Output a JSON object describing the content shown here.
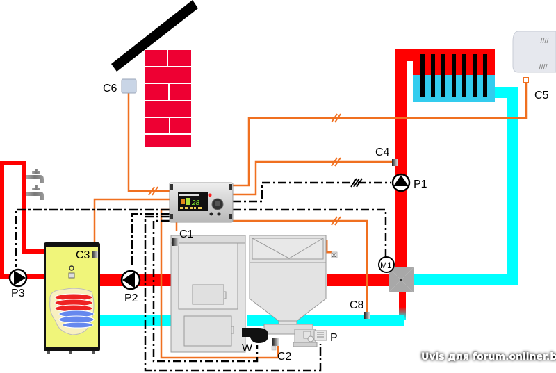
{
  "diagram": {
    "title": "Heating system schematic with pellet boiler, controller, buffer tank, radiator and mixing valve",
    "colors": {
      "hot_pipe": "#ff0000",
      "cold_pipe": "#00ffff",
      "sensor_wire": "#f07020",
      "control_wire": "#000000",
      "chimney": "#ee0033",
      "tank": "#f0f57a",
      "boiler": "#e3e3e3"
    },
    "labels": {
      "c1": "C1",
      "c2": "C2",
      "c3": "C3",
      "c4": "C4",
      "c5": "C5",
      "c6": "C6",
      "c8": "C8",
      "p1": "P1",
      "p2": "P2",
      "p3": "P3",
      "p": "P",
      "w": "W",
      "m1": "M1",
      "x": "x"
    },
    "components": [
      {
        "id": "solar-panel",
        "icon": "solar-panel-bar"
      },
      {
        "id": "chimney",
        "icon": "brick-chimney"
      },
      {
        "id": "c6",
        "role": "flue/outdoor sensor",
        "icon": "sensor-box"
      },
      {
        "id": "c5",
        "role": "room thermostat",
        "icon": "room-panel"
      },
      {
        "id": "radiator",
        "icon": "radiator"
      },
      {
        "id": "controller",
        "display_value": "28",
        "icon": "controller-panel"
      },
      {
        "id": "tank",
        "icon": "hot-water-cylinder"
      },
      {
        "id": "boiler",
        "icon": "pellet-boiler"
      },
      {
        "id": "hopper",
        "icon": "fuel-hopper"
      },
      {
        "id": "mixing-valve",
        "icon": "four-way-valve"
      },
      {
        "id": "taps",
        "icon": "water-tap"
      }
    ],
    "controller_display": "28",
    "watermark": "Uvis для forum.onliner.by"
  }
}
